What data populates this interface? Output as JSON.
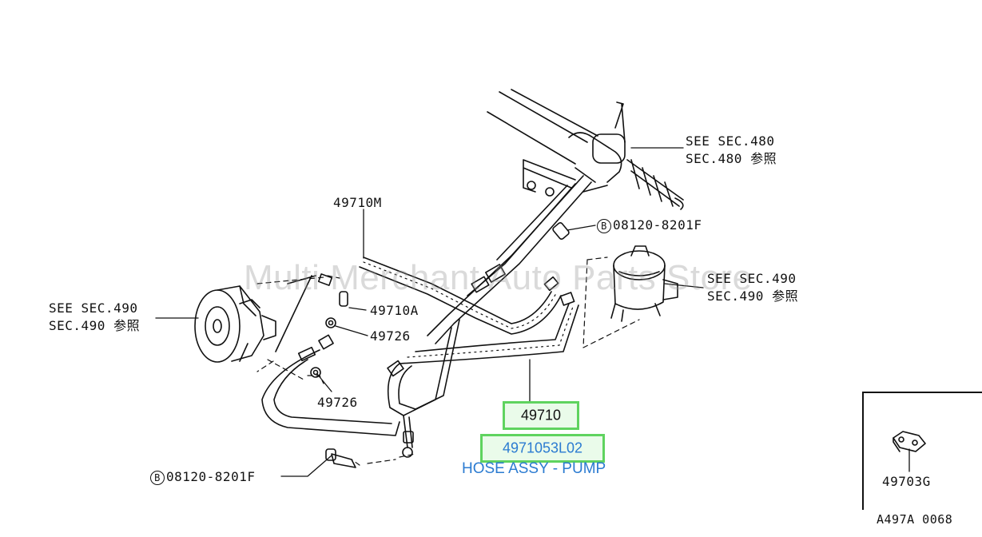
{
  "labels": {
    "see_sec_480": [
      "SEE SEC.480",
      "SEC.480 参照"
    ],
    "see_sec_490_right": [
      "SEE SEC.490",
      "SEC.490 参照"
    ],
    "see_sec_490_left": [
      "SEE SEC.490",
      "SEC.490 参照"
    ],
    "p49710M": "49710M",
    "p49710A": "49710A",
    "p49726a": "49726",
    "p49726b": "49726",
    "bolt_top": "08120-8201F",
    "bolt_bottom": "08120-8201F",
    "bolt_symbol": "B",
    "p49703G": "49703G",
    "diagram_code": "A497A 0068"
  },
  "highlight": {
    "ref": "49710",
    "part_number": "4971053L02",
    "description": "HOSE ASSY - PUMP"
  },
  "watermark": "Multi Merchant Auto Parts Store",
  "colors": {
    "highlight_border": "#5fd35f",
    "highlight_fill": "#eafbea",
    "link": "#2b7bd1"
  }
}
